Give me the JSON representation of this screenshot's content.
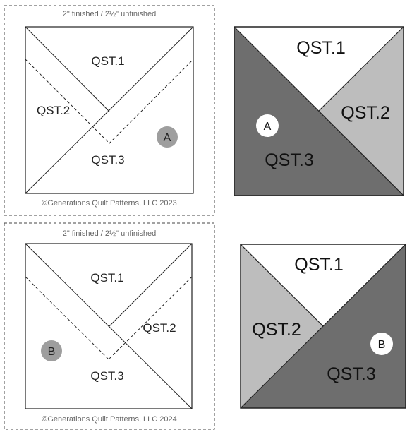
{
  "blocks": [
    {
      "id": "A",
      "caption": "2\" finished / 2½\" unfinished",
      "copyright": "©Generations Quilt Patterns, LLC 2023",
      "pattern_labels": {
        "top": "QST.1",
        "side": "QST.2",
        "bottom": "QST.3"
      },
      "badge": "A",
      "colored_labels": {
        "top": "QST.1",
        "side": "QST.2",
        "bottom": "QST.3"
      },
      "colored_badge": "A"
    },
    {
      "id": "B",
      "caption": "2\" finished / 2½\" unfinished",
      "copyright": "©Generations Quilt Patterns, LLC 2024",
      "pattern_labels": {
        "top": "QST.1",
        "side": "QST.2",
        "bottom": "QST.3"
      },
      "badge": "B",
      "colored_labels": {
        "top": "QST.1",
        "side": "QST.2",
        "bottom": "QST.3"
      },
      "colored_badge": "B"
    }
  ],
  "colors": {
    "outline": "#222222",
    "dashed_frame": "#444444",
    "small_text": "#666666",
    "pattern_badge": "#9e9e9e",
    "light_triangle": "#ffffff",
    "medium_triangle": "#bdbdbd",
    "dark_triangle": "#6e6e6e",
    "white_badge": "#ffffff"
  }
}
